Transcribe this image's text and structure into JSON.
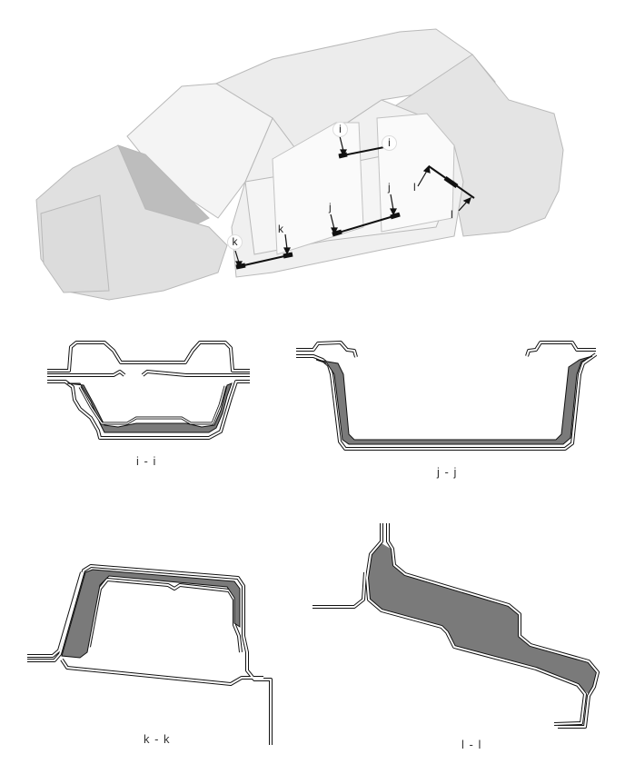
{
  "diagram": {
    "subject": "vehicle body structure with section lines",
    "colors": {
      "body_fill": "#e9e9e9",
      "body_line": "#b5b5b5",
      "section_fill": "#7a7a7a",
      "section_line": "#111111",
      "background": "#ffffff"
    },
    "callouts": [
      {
        "id": "i1",
        "text": "i"
      },
      {
        "id": "i2",
        "text": "i"
      },
      {
        "id": "j1",
        "text": "j"
      },
      {
        "id": "j2",
        "text": "j"
      },
      {
        "id": "k1",
        "text": "k"
      },
      {
        "id": "k2",
        "text": "k"
      },
      {
        "id": "l1",
        "text": "l"
      },
      {
        "id": "l2",
        "text": "l"
      }
    ],
    "sections": [
      {
        "id": "i",
        "caption": "i - i"
      },
      {
        "id": "j",
        "caption": "j - j"
      },
      {
        "id": "k",
        "caption": "k - k"
      },
      {
        "id": "l",
        "caption": "l - l"
      }
    ]
  }
}
